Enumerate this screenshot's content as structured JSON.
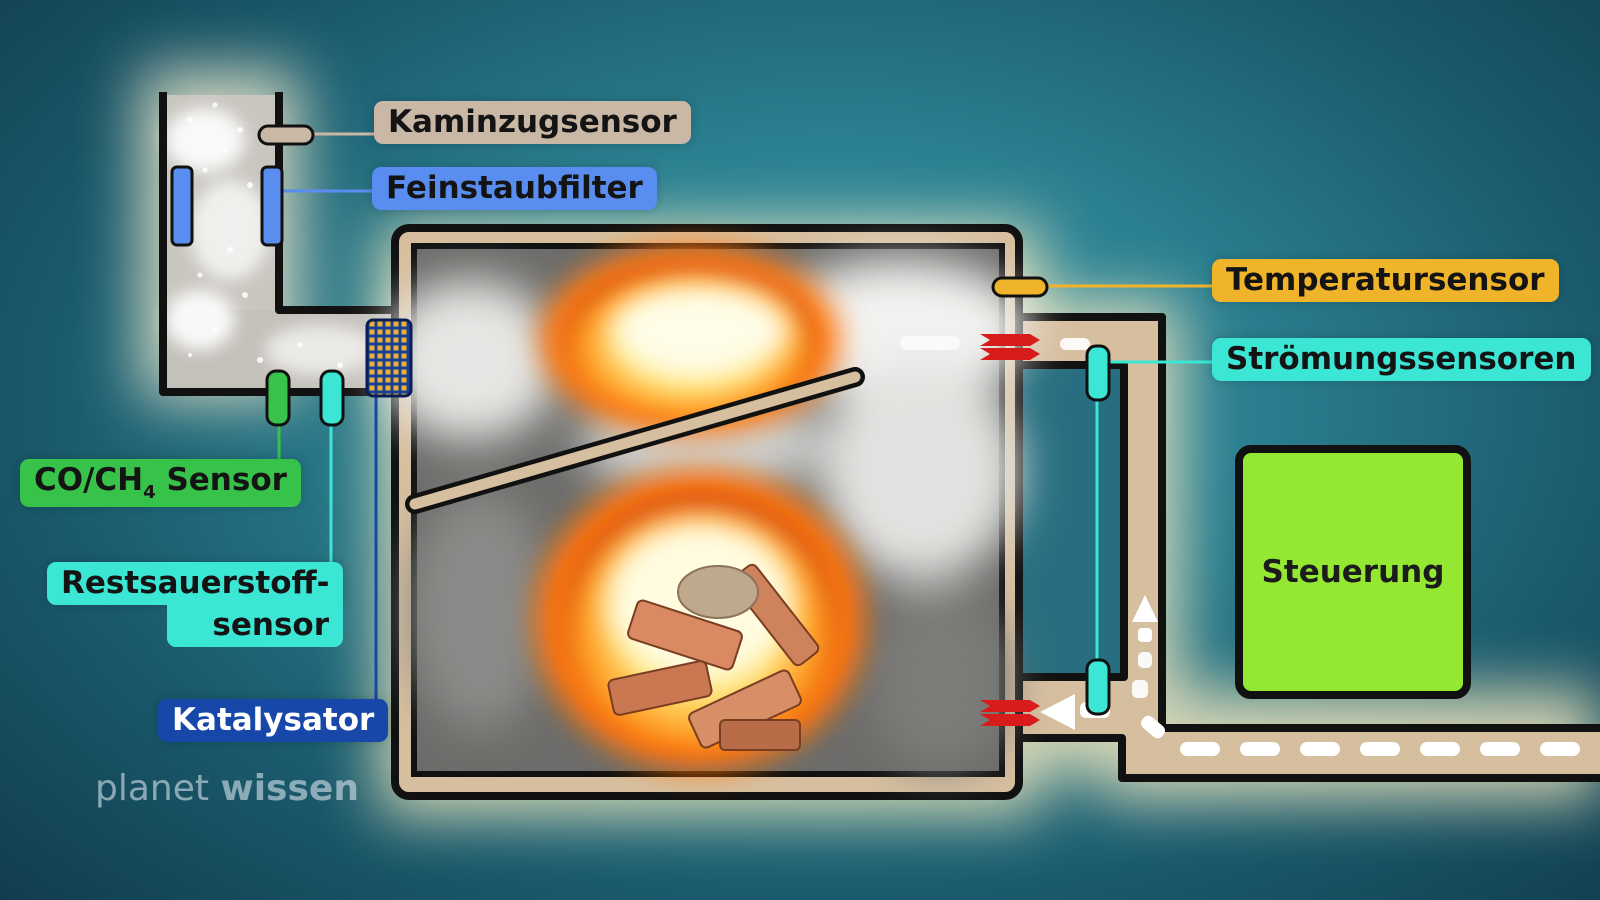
{
  "labels": {
    "kaminzugsensor": "Kaminzugsensor",
    "feinstaubfilter": "Feinstaubfilter",
    "temperatursensor": "Temperatursensor",
    "stroemungssensoren": "Strömungssensoren",
    "co_prefix": "CO/CH",
    "co_subscript": "4",
    "co_suffix": " Sensor",
    "restsauerstoff_line1": "Restsauerstoff-",
    "restsauerstoff_line2": "sensor",
    "katalysator": "Katalysator",
    "steuerung": "Steuerung"
  },
  "logo": {
    "part1": "planet",
    "part2": "wissen"
  },
  "colors": {
    "kaminzug": "#c9b8a5",
    "feinstaub": "#5a8df0",
    "temperatur": "#f0b42a",
    "stroemung": "#3be6d4",
    "co_sensor": "#37c24a",
    "katalysator": "#1747a8",
    "steuerung": "#94e832",
    "housing": "#d6bf9f"
  }
}
